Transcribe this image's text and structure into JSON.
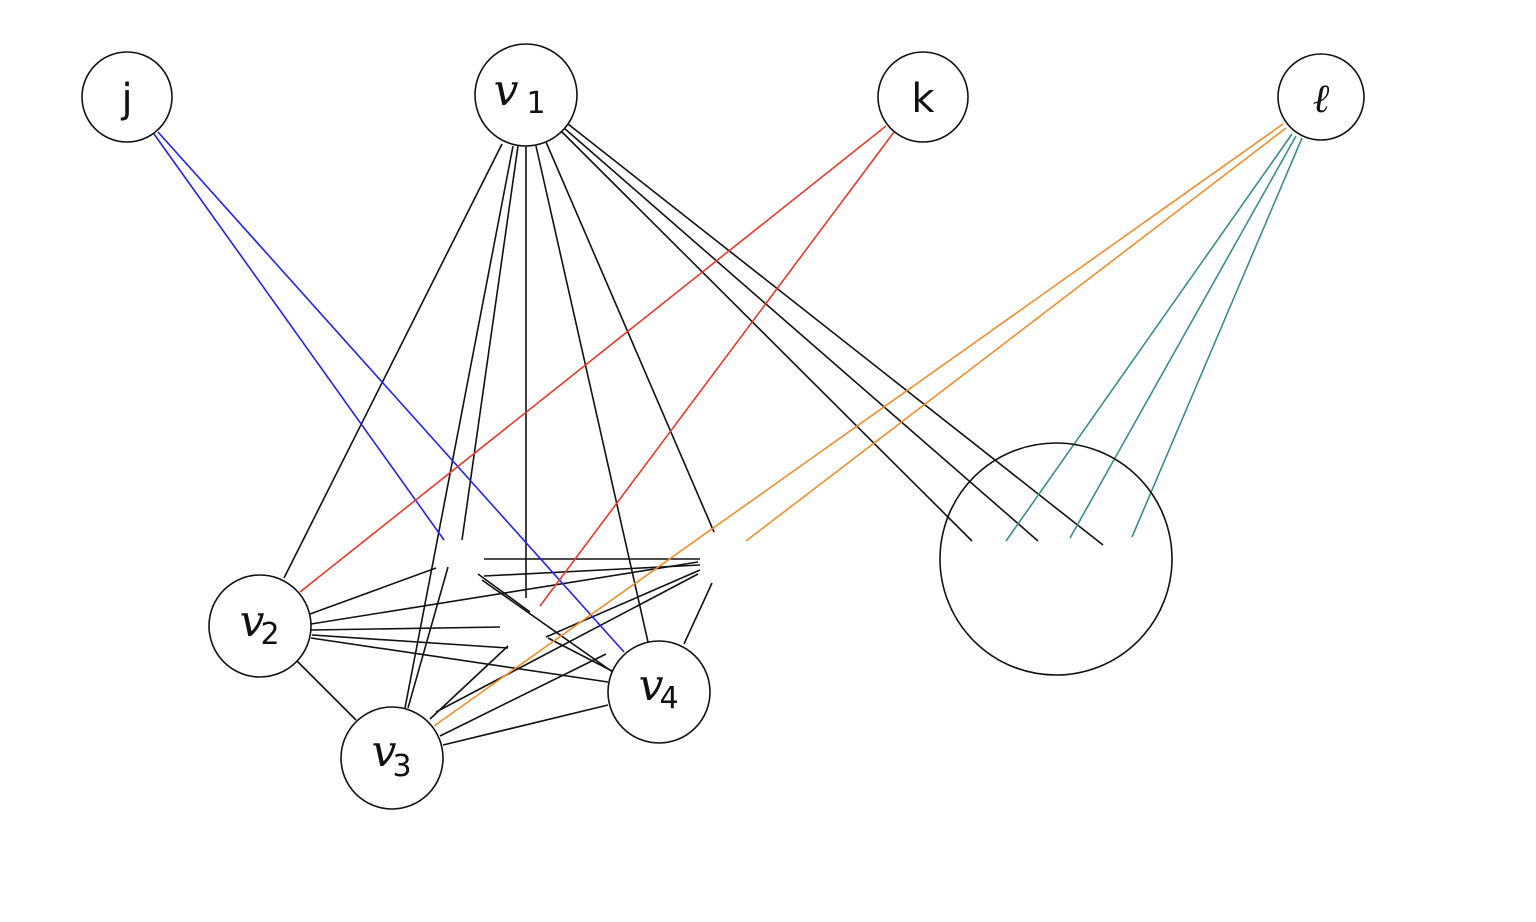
{
  "colors": {
    "stroke": "#111111",
    "background": "#ffffff",
    "j_edges": "#2222ee",
    "k_edges": "#e8392a",
    "l_orange_edges": "#ef8c2e",
    "l_teal_edges": "#3c8c8c"
  },
  "nodes": [
    {
      "id": "j",
      "label": "j",
      "sub": ""
    },
    {
      "id": "v1",
      "label": "v",
      "sub": "1"
    },
    {
      "id": "k",
      "label": "k",
      "sub": ""
    },
    {
      "id": "l",
      "label": "ℓ",
      "sub": ""
    },
    {
      "id": "v2",
      "label": "v",
      "sub": "2"
    },
    {
      "id": "v3",
      "label": "v",
      "sub": "3"
    },
    {
      "id": "v4",
      "label": "v",
      "sub": "4"
    },
    {
      "id": "big",
      "label": "",
      "sub": ""
    }
  ]
}
